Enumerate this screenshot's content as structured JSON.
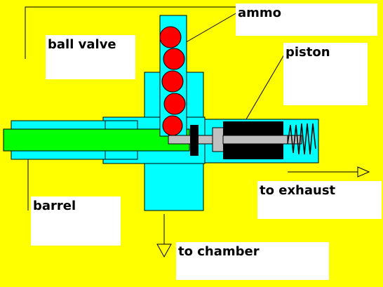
{
  "labels": {
    "ammo": "ammo",
    "ball_valve": "ball valve",
    "piston": "piston",
    "barrel": "barrel",
    "to_exhaust": "to exhaust",
    "to_chamber": "to chamber"
  },
  "colors": {
    "background": "#ffff00",
    "body": "#00ffff",
    "barrel": "#00ff00",
    "ammo": "#ff0000",
    "piston": "#000000",
    "rod": "#c0c0c0",
    "label_bg": "#ffffff"
  }
}
